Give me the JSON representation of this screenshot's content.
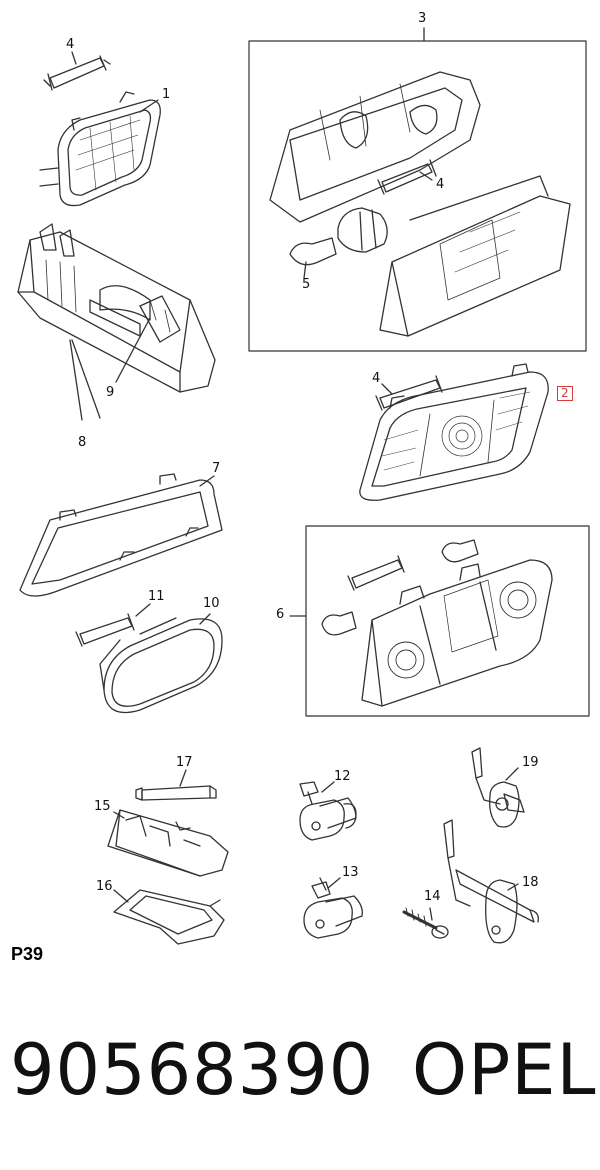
{
  "diagram": {
    "section_code": "P39",
    "callouts": {
      "c1": "1",
      "c2": "2",
      "c3": "3",
      "c4a": "4",
      "c4b": "4",
      "c4c": "4",
      "c5": "5",
      "c6": "6",
      "c7": "7",
      "c8": "8",
      "c9": "9",
      "c10": "10",
      "c11": "11",
      "c12": "12",
      "c13": "13",
      "c14": "14",
      "c15": "15",
      "c16": "16",
      "c17": "17",
      "c18": "18",
      "c19": "19"
    },
    "highlighted_callout": "2"
  },
  "footer": {
    "part_number": "90568390",
    "brand": "OPEL"
  },
  "colors": {
    "line": "#333333",
    "highlight": "#d93a3a",
    "background": "#ffffff"
  }
}
